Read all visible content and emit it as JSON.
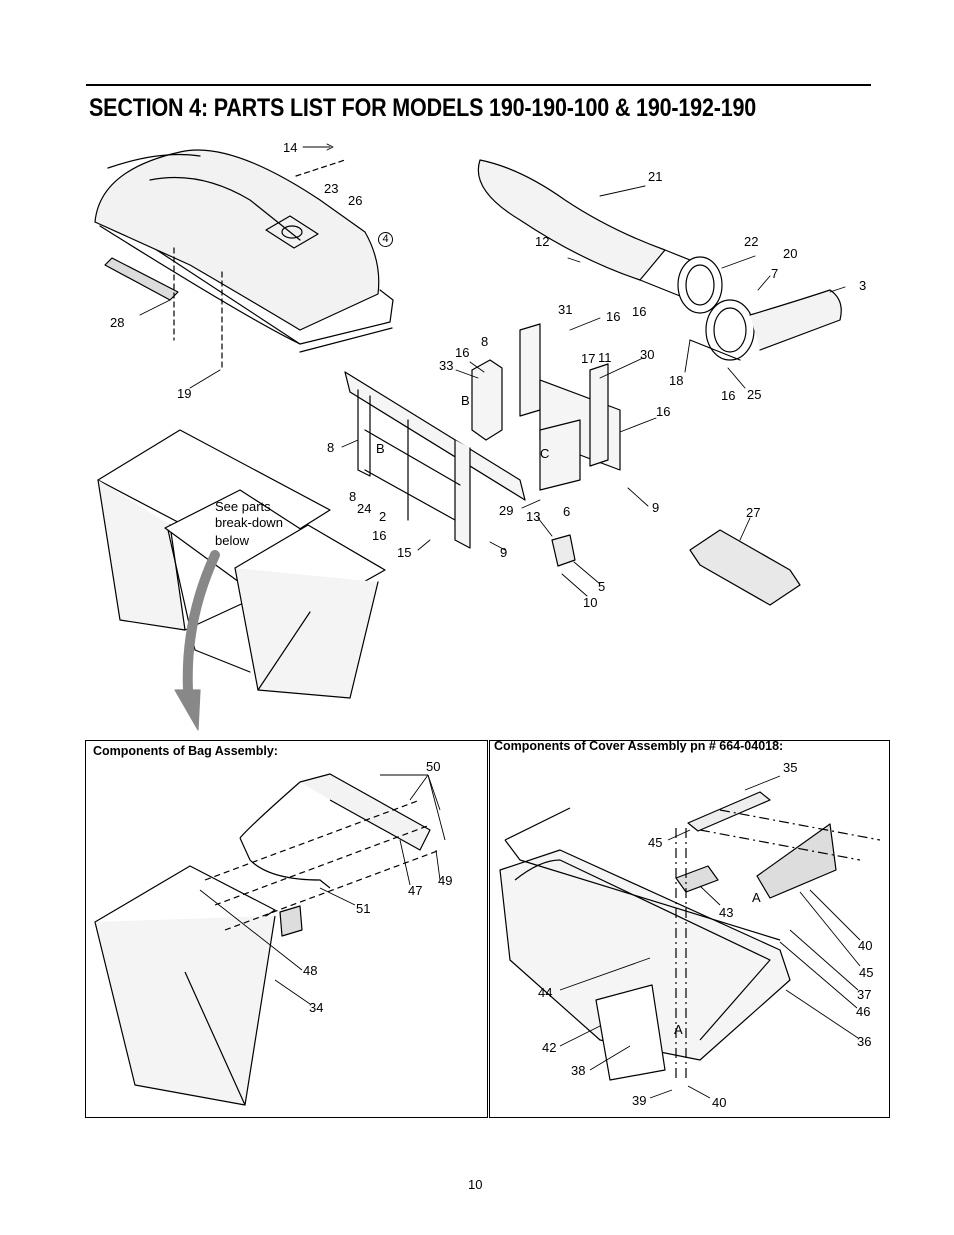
{
  "header": {
    "title": "SECTION 4:  PARTS LIST FOR MODELS 190-190-100 & 190-192-190"
  },
  "main_diagram": {
    "note": [
      "See parts",
      "break-down",
      "below"
    ],
    "callouts": {
      "c14": "14",
      "c23": "23",
      "c26": "26",
      "c21": "21",
      "c4": "4",
      "c12": "12",
      "c22": "22",
      "c20": "20",
      "c7": "7",
      "c3": "3",
      "c28": "28",
      "c31": "31",
      "c16a": "16",
      "c16b": "16",
      "c8a": "8",
      "c16c": "16",
      "c33": "33",
      "c17": "17",
      "c11": "11",
      "c30": "30",
      "c18": "18",
      "c16d": "16",
      "c25": "25",
      "c19": "19",
      "cB1": "B",
      "c16e": "16",
      "c8b": "8",
      "cB2": "B",
      "cC1": "C",
      "c8c": "8",
      "c24": "24",
      "c2": "2",
      "c29": "29",
      "c6": "6",
      "c9a": "9",
      "c27": "27",
      "c13": "13",
      "c16f": "16",
      "c15": "15",
      "c9b": "9",
      "c5": "5",
      "c10": "10"
    }
  },
  "bag_panel": {
    "title": "Components of Bag Assembly:",
    "callouts": {
      "c50": "50",
      "c47": "47",
      "c49": "49",
      "c51": "51",
      "c48": "48",
      "c34": "34"
    }
  },
  "cover_panel": {
    "title": "Components of Cover Assembly pn # 664-04018:",
    "callouts": {
      "c35": "35",
      "c45a": "45",
      "c43": "43",
      "cA1": "A",
      "c40a": "40",
      "c45b": "45",
      "c37": "37",
      "c46": "46",
      "c44": "44",
      "c36": "36",
      "c42": "42",
      "cA2": "A",
      "c38": "38",
      "c39": "39",
      "c40b": "40"
    }
  },
  "footer": {
    "page_number": "10"
  }
}
